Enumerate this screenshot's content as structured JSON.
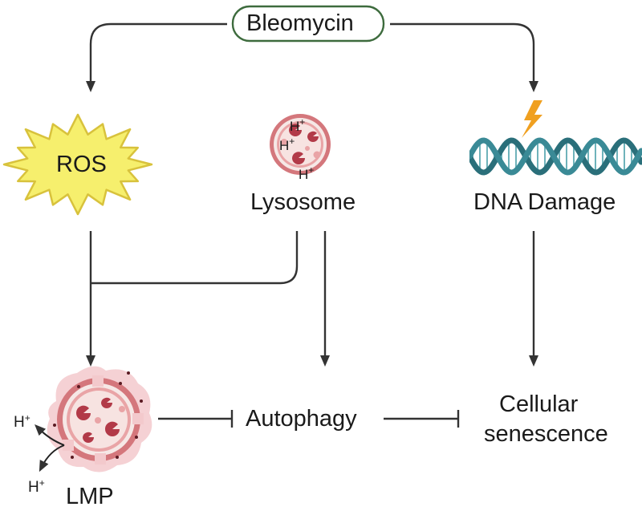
{
  "nodes": {
    "bleomycin": "Bleomycin",
    "ros": "ROS",
    "lysosome": "Lysosome",
    "dna_damage": "DNA Damage",
    "lmp": "LMP",
    "autophagy": "Autophagy",
    "senescence_line1": "Cellular",
    "senescence_line2": "senescence"
  },
  "annotations": {
    "proton": "H",
    "proton_charge": "+"
  },
  "colors": {
    "stroke": "#333333",
    "bleomycin_border": "#3d6b3d",
    "ros_fill": "#f6ef6d",
    "ros_stroke": "#d8c23c",
    "lysosome_outer": "#d4777c",
    "lysosome_inner": "#f7e3e1",
    "enzyme": "#b23a48",
    "dna_strand": "#2a6f7a",
    "lightning": "#f0a020",
    "lmp_halo": "#f3c9cc"
  },
  "icons": [
    "ros-burst-icon",
    "lysosome-icon",
    "dna-helix-icon",
    "lightning-icon",
    "lmp-lysosome-icon"
  ]
}
